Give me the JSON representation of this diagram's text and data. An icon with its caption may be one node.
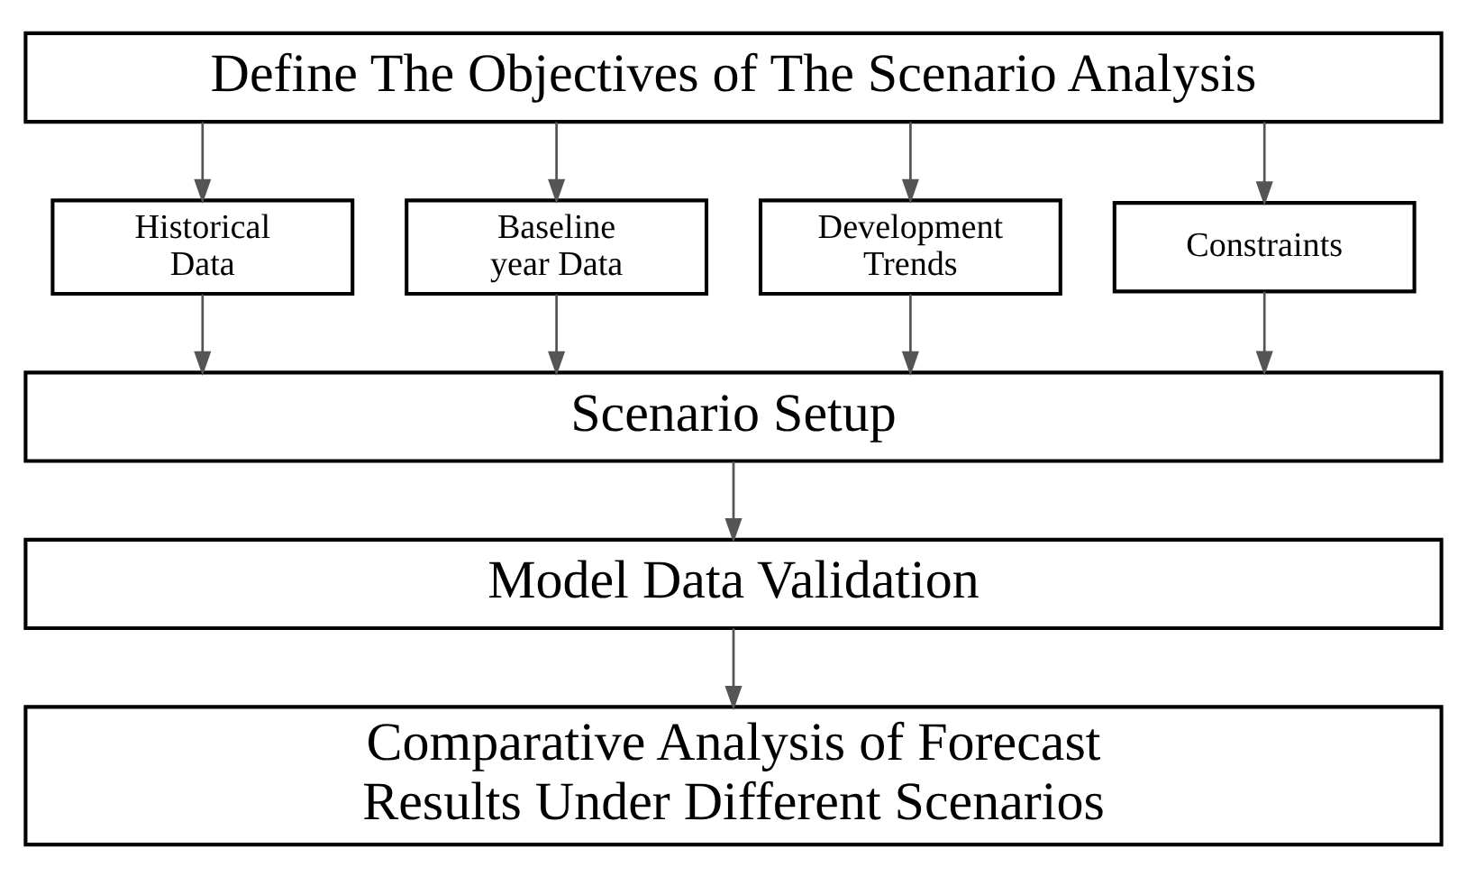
{
  "diagram": {
    "nodes": [
      {
        "text": [
          "Define The Objectives of The Scenario Analysis"
        ]
      },
      {
        "text": [
          "Historical Data"
        ]
      },
      {
        "text": [
          "Baseline year Data"
        ]
      },
      {
        "text": [
          "Development Trends"
        ]
      },
      {
        "text": [
          "Constraints"
        ]
      },
      {
        "text": [
          "Scenario Setup"
        ]
      },
      {
        "text": [
          "Model Data Validation"
        ]
      },
      {
        "text": [
          "Comparative Analysis of Forecast Results Under Different Scenarios"
        ]
      }
    ],
    "edges": [
      {
        "from": 0,
        "to": 1,
        "arrow": "to"
      },
      {
        "from": 0,
        "to": 2,
        "arrow": "to"
      },
      {
        "from": 0,
        "to": 3,
        "arrow": "to"
      },
      {
        "from": 0,
        "to": 4,
        "arrow": "to"
      },
      {
        "from": 1,
        "to": 5,
        "arrow": "to"
      },
      {
        "from": 2,
        "to": 5,
        "arrow": "to"
      },
      {
        "from": 3,
        "to": 5,
        "arrow": "to"
      },
      {
        "from": 4,
        "to": 5,
        "arrow": "to"
      },
      {
        "from": 5,
        "to": 6,
        "arrow": "to"
      },
      {
        "from": 6,
        "to": 7,
        "arrow": "to"
      }
    ]
  }
}
